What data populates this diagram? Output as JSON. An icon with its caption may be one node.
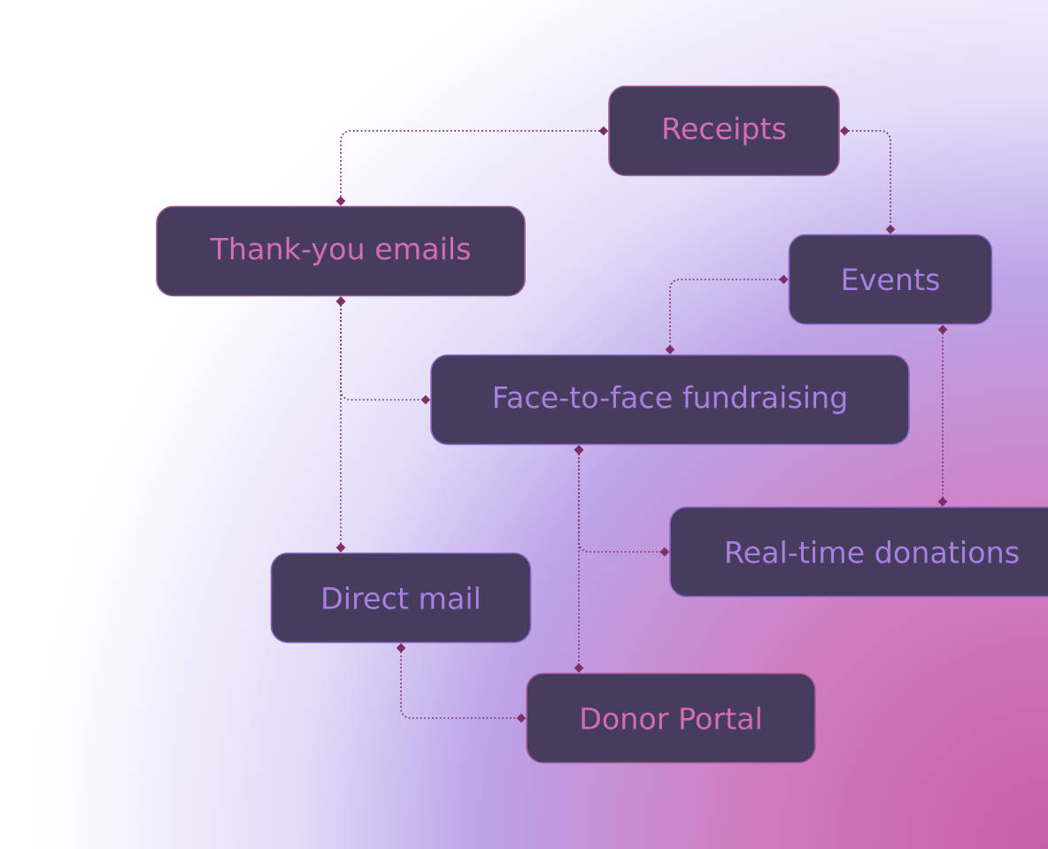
{
  "diagram": {
    "nodes": [
      {
        "text": [
          "Receipts"
        ]
      },
      {
        "text": [
          "Thank-you emails"
        ]
      },
      {
        "text": [
          "Events"
        ]
      },
      {
        "text": [
          "Face-to-face fundraising"
        ]
      },
      {
        "text": [
          "Direct mail"
        ]
      },
      {
        "text": [
          "Real-time donations"
        ]
      },
      {
        "text": [
          "Donor Portal"
        ]
      }
    ],
    "edges": [
      {
        "from": 0,
        "to": 1,
        "arrow": "other"
      },
      {
        "from": 0,
        "to": 2,
        "arrow": "other"
      },
      {
        "from": 2,
        "to": 3,
        "arrow": "other"
      },
      {
        "from": 1,
        "to": 3,
        "arrow": "other"
      },
      {
        "from": 1,
        "to": 4,
        "arrow": "other"
      },
      {
        "from": 2,
        "to": 5,
        "arrow": "other"
      },
      {
        "from": 3,
        "to": 5,
        "arrow": "other"
      },
      {
        "from": 3,
        "to": 6,
        "arrow": "other"
      },
      {
        "from": 4,
        "to": 6,
        "arrow": "other"
      }
    ]
  }
}
